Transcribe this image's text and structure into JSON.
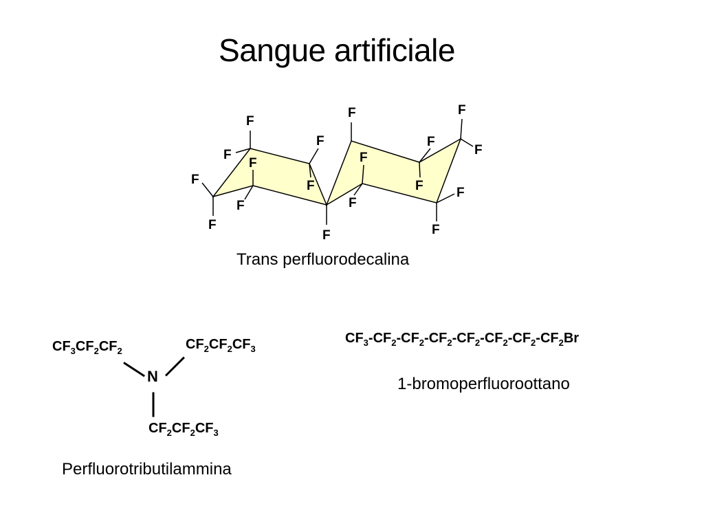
{
  "title": "Sangue artificiale",
  "decalin": {
    "atom_label": "F",
    "caption": "Trans perfluorodecalina",
    "ring_fill": "#ffffcc"
  },
  "amine": {
    "left_group": "CF3CF2CF2",
    "right_group": "CF2CF2CF3",
    "bottom_group": "CF2CF2CF3",
    "nitrogen": "N",
    "caption": "Perfluorotributilammina"
  },
  "bromo": {
    "formula": "CF3-CF2-CF2-CF2-CF2-CF2-CF2-CF2Br",
    "caption": "1-bromoperfluoroottano"
  }
}
